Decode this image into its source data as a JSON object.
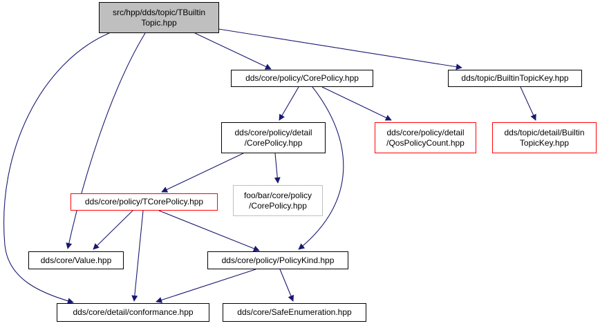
{
  "nodes": {
    "builtin_topic": "src/hpp/dds/topic/TBuiltin\nTopic.hpp",
    "core_policy": "dds/core/policy/CorePolicy.hpp",
    "builtin_topic_key": "dds/topic/BuiltinTopicKey.hpp",
    "detail_core_policy": "dds/core/policy/detail\n/CorePolicy.hpp",
    "qos_policy_count": "dds/core/policy/detail\n/QosPolicyCount.hpp",
    "detail_builtin_topic_key": "dds/topic/detail/Builtin\nTopicKey.hpp",
    "foo_core_policy": "foo/bar/core/policy\n/CorePolicy.hpp",
    "tcore_policy": "dds/core/policy/TCorePolicy.hpp",
    "value": "dds/core/Value.hpp",
    "policy_kind": "dds/core/policy/PolicyKind.hpp",
    "conformance": "dds/core/detail/conformance.hpp",
    "safe_enumeration": "dds/core/SafeEnumeration.hpp"
  },
  "colors": {
    "edge": "#191970",
    "current_fill": "#bfbfbf",
    "undocumented_border": "#ff0000",
    "external_border": "#bfbfbf"
  }
}
